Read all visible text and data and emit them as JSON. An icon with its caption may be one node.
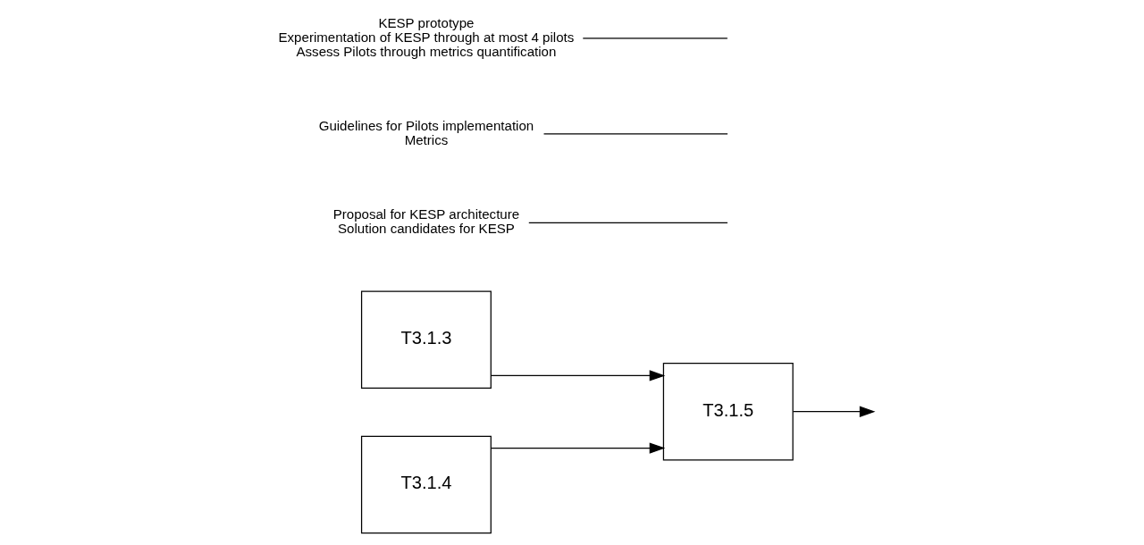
{
  "diagram": {
    "nodes": [
      {
        "text": [
          "T3.1.3"
        ]
      },
      {
        "text": [
          "T3.1.4"
        ]
      },
      {
        "text": [
          "T3.1.5"
        ]
      },
      {
        "text": [
          "Proposal for KESP architecture",
          "Solution candidates for KESP"
        ]
      },
      {
        "text": [
          "Guidelines for Pilots implementation",
          "Metrics"
        ]
      },
      {
        "text": [
          "KESP prototype",
          "Experimentation of KESP through at most 4 pilots",
          "Assess Pilots through metrics quantification"
        ]
      }
    ],
    "edges": [
      {
        "from": 0,
        "to": 2,
        "arrow": "to"
      },
      {
        "from": 1,
        "to": 2,
        "arrow": "to"
      },
      {
        "from": 2,
        "to": null,
        "arrow": "to"
      },
      {
        "from": 3,
        "to": null,
        "arrow": "none"
      },
      {
        "from": 4,
        "to": null,
        "arrow": "none"
      },
      {
        "from": 5,
        "to": null,
        "arrow": "none"
      }
    ]
  }
}
